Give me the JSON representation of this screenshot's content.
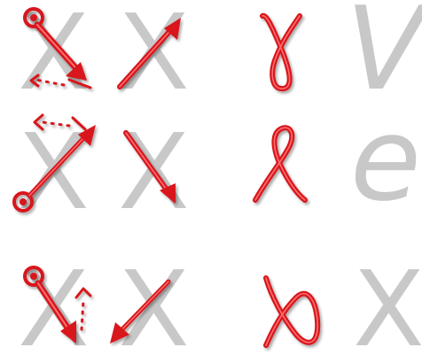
{
  "gesture_glyphs": {
    "row1_col1": "X",
    "row1_col2": "X",
    "row1_col4": "V",
    "row2_col1": "X",
    "row2_col2": "X",
    "row2_col4": "e",
    "row3_col1": "X",
    "row3_col2": "X",
    "row3_col4": "X"
  },
  "colors": {
    "stroke": "#d8141b",
    "stroke_highlight": "#ff6a6a",
    "stroke_shadow": "#8a0008",
    "glyph": "#c8c8c8",
    "background": "#ffffff"
  },
  "icons": {
    "start_marker": "circle-start-icon",
    "end_marker": "arrowhead-icon",
    "hint": "dotted-arrow-hint-icon"
  }
}
